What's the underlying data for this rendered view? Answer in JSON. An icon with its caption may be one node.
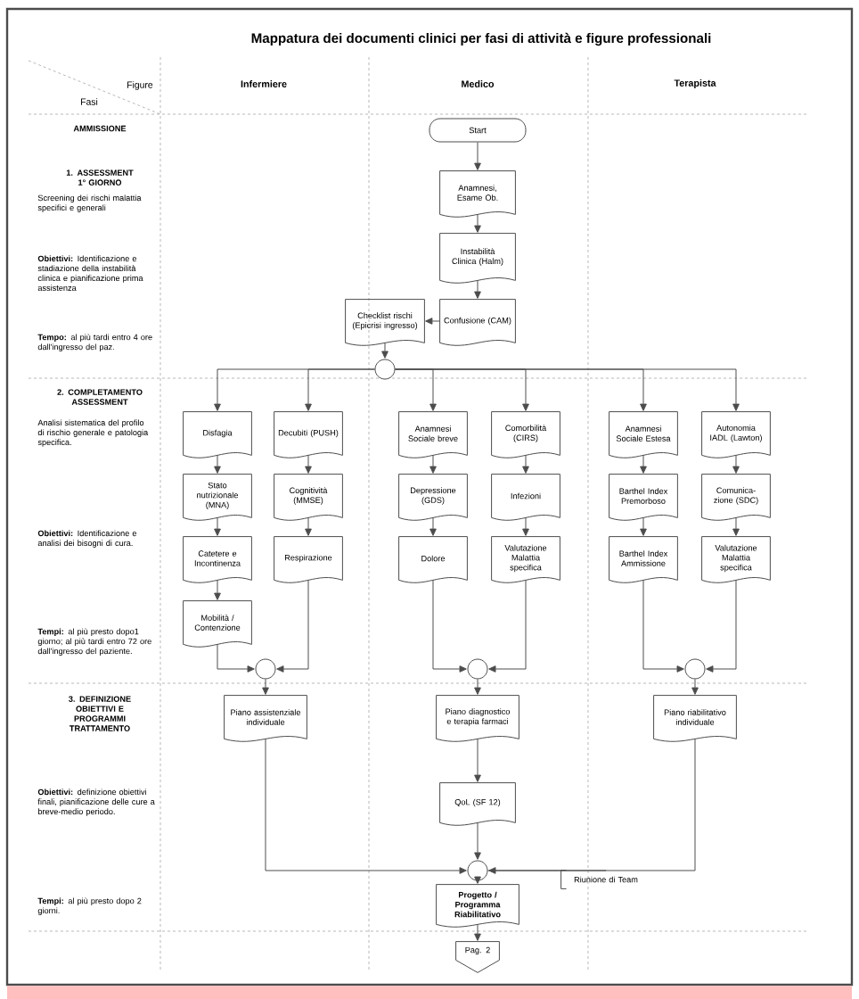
{
  "diagram": {
    "title": "Mappatura dei documenti clinici per fasi di attività e figure professionali",
    "nodes": [
      {
        "text": [
          "Start"
        ]
      },
      {
        "text": [
          "Anamnesi, Esame Ob."
        ]
      },
      {
        "text": [
          "Instabilità Clinica (Halm)"
        ]
      },
      {
        "text": [
          "Confusione (CAM)"
        ]
      },
      {
        "text": [
          "Checklist rischi (Epicrisi ingresso)"
        ]
      },
      {
        "text": [],
        "shape": "circle"
      },
      {
        "text": [
          "Disfagia"
        ]
      },
      {
        "text": [
          "Stato nutrizionale (MNA)"
        ]
      },
      {
        "text": [
          "Catetere e Incontinenza"
        ]
      },
      {
        "text": [
          "Mobilità / Contenzione"
        ]
      },
      {
        "text": [
          "Decubiti (PUSH)"
        ]
      },
      {
        "text": [
          "Cognitività (MMSE)"
        ]
      },
      {
        "text": [
          "Respirazione"
        ]
      },
      {
        "text": [
          "Anamnesi Sociale breve"
        ]
      },
      {
        "text": [
          "Depressione (GDS)"
        ]
      },
      {
        "text": [
          "Dolore"
        ]
      },
      {
        "text": [
          "Comorbilità (CIRS)"
        ]
      },
      {
        "text": [
          "Infezioni"
        ]
      },
      {
        "text": [
          "Valutazione Malattia specifica"
        ]
      },
      {
        "text": [
          "Anamnesi Sociale Estesa"
        ]
      },
      {
        "text": [
          "Barthel Index Premorboso"
        ]
      },
      {
        "text": [
          "Barthel Index Ammissione"
        ]
      },
      {
        "text": [
          "Autonomia IADL (Lawton)"
        ]
      },
      {
        "text": [
          "Comunica-zione (SDC)"
        ]
      },
      {
        "text": [
          "Valutazione Malattia specifica"
        ]
      },
      {
        "text": [],
        "shape": "circle"
      },
      {
        "text": [],
        "shape": "circle"
      },
      {
        "text": [],
        "shape": "circle"
      },
      {
        "text": [
          "Piano assistenziale individuale"
        ]
      },
      {
        "text": [
          "Piano diagnostico e terapia farmaci"
        ]
      },
      {
        "text": [
          "Piano riabilitativo individuale"
        ]
      },
      {
        "text": [
          "QoL (SF 12)"
        ]
      },
      {
        "text": [],
        "shape": "circle"
      },
      {
        "text": [
          "Riunione di Team"
        ]
      },
      {
        "text": [
          "Progetto / Programma Riabilitativo"
        ]
      },
      {
        "text": [
          "Pag. 2"
        ]
      }
    ],
    "edges": [
      {
        "from": 0,
        "to": 1,
        "arrow": "to"
      },
      {
        "from": 1,
        "to": 2,
        "arrow": "to"
      },
      {
        "from": 2,
        "to": 3,
        "arrow": "to"
      },
      {
        "from": 3,
        "to": 4,
        "arrow": "to"
      },
      {
        "from": 4,
        "to": 5,
        "arrow": "to"
      },
      {
        "from": 5,
        "to": 6,
        "arrow": "to"
      },
      {
        "from": 5,
        "to": 10,
        "arrow": "to"
      },
      {
        "from": 5,
        "to": 13,
        "arrow": "to"
      },
      {
        "from": 5,
        "to": 16,
        "arrow": "to"
      },
      {
        "from": 5,
        "to": 19,
        "arrow": "to"
      },
      {
        "from": 5,
        "to": 22,
        "arrow": "to"
      },
      {
        "from": 6,
        "to": 7,
        "arrow": "to"
      },
      {
        "from": 7,
        "to": 8,
        "arrow": "to"
      },
      {
        "from": 8,
        "to": 9,
        "arrow": "to"
      },
      {
        "from": 9,
        "to": 25,
        "arrow": "to"
      },
      {
        "from": 10,
        "to": 11,
        "arrow": "to"
      },
      {
        "from": 11,
        "to": 12,
        "arrow": "to"
      },
      {
        "from": 12,
        "to": 25,
        "arrow": "to"
      },
      {
        "from": 13,
        "to": 14,
        "arrow": "to"
      },
      {
        "from": 14,
        "to": 15,
        "arrow": "to"
      },
      {
        "from": 15,
        "to": 26,
        "arrow": "to"
      },
      {
        "from": 16,
        "to": 17,
        "arrow": "to"
      },
      {
        "from": 17,
        "to": 18,
        "arrow": "to"
      },
      {
        "from": 18,
        "to": 26,
        "arrow": "to"
      },
      {
        "from": 19,
        "to": 20,
        "arrow": "to"
      },
      {
        "from": 20,
        "to": 21,
        "arrow": "to"
      },
      {
        "from": 21,
        "to": 27,
        "arrow": "to"
      },
      {
        "from": 22,
        "to": 23,
        "arrow": "to"
      },
      {
        "from": 23,
        "to": 24,
        "arrow": "to"
      },
      {
        "from": 24,
        "to": 27,
        "arrow": "to"
      },
      {
        "from": 25,
        "to": 28,
        "arrow": "to"
      },
      {
        "from": 26,
        "to": 29,
        "arrow": "to"
      },
      {
        "from": 27,
        "to": 30,
        "arrow": "to"
      },
      {
        "from": 29,
        "to": 31,
        "arrow": "to"
      },
      {
        "from": 28,
        "to": 32,
        "arrow": "to"
      },
      {
        "from": 31,
        "to": 32,
        "arrow": "to"
      },
      {
        "from": 30,
        "to": 32,
        "arrow": "to"
      },
      {
        "from": 33,
        "to": 32,
        "arrow": "none"
      },
      {
        "from": 32,
        "to": 34,
        "arrow": "to"
      },
      {
        "from": 34,
        "to": 35,
        "arrow": "to"
      }
    ],
    "labels": [
      "Figure",
      "Infermiere",
      "Medico",
      "Terapista",
      "Fasi",
      "AMMISSIONE",
      "1. ASSESSMENT 1° GIORNO",
      "Screening dei rischi malattia specifici e generali",
      "**Obiettivi:** Identificazione e stadiazione della instabilità clinica e pianificazione prima assistenza",
      "**Tempo:** al più tardi entro 4 ore dall'ingresso del paz.",
      "2. COMPLETAMENTO ASSESSMENT",
      "Analisi sistematica del profilo di rischio generale e patologia specifica.",
      "**Obiettivi:** Identificazione e analisi dei bisogni di cura.",
      "**Tempi:** al più presto dopo1 giorno; al più tardi entro 72 ore dall'ingresso del paziente.",
      "3. DEFINIZIONE OBIETTIVI E PROGRAMMI TRATTAMENTO",
      "**Obiettivi:** definizione obiettivi finali, pianificazione delle cure a breve-medio periodo.",
      "**Tempi:** al più presto dopo 2 giorni."
    ]
  }
}
